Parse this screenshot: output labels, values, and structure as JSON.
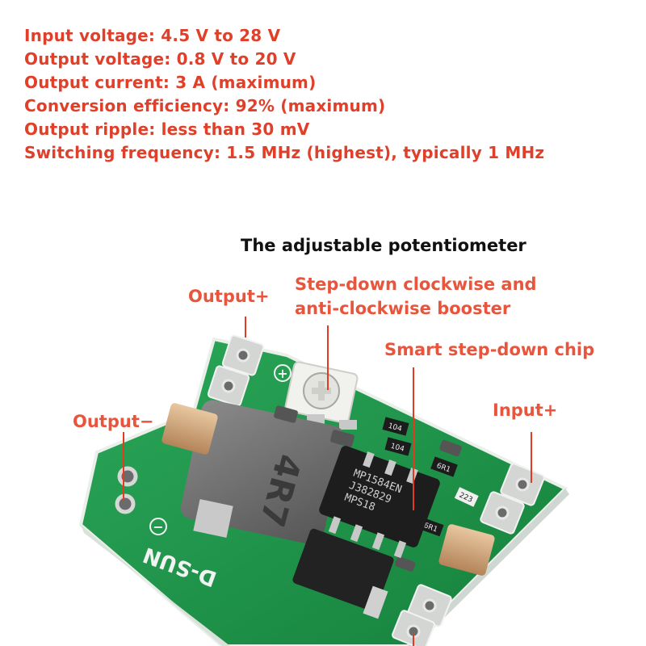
{
  "specs": [
    "Input voltage: 4.5 V to 28 V",
    "Output voltage: 0.8 V to 20 V",
    "Output current: 3 A (maximum)",
    "Conversion efficiency: 92% (maximum)",
    "Output ripple: less than 30 mV",
    "Switching frequency: 1.5 MHz (highest), typically 1 MHz"
  ],
  "labels": {
    "potentiometer_title": "The adjustable potentiometer",
    "step_down_line1": "Step-down clockwise and",
    "step_down_line2": "anti-clockwise booster",
    "smart_chip": "Smart step-down chip",
    "output_plus": "Output+",
    "output_minus": "Output−",
    "input_plus": "Input+"
  },
  "board": {
    "inductor_marking": "4R7",
    "chip_marking_line1": "MP1584EN",
    "chip_marking_line2": "J382829",
    "chip_marking_line3": "MPS18",
    "silkscreen_text": "D-SUN",
    "resistor_1": "104",
    "resistor_2": "104",
    "resistor_3": "6R1",
    "resistor_4": "6R1",
    "resistor_5": "223",
    "pcb_color": "#1f9a4a",
    "text_color": "#e0402a"
  }
}
